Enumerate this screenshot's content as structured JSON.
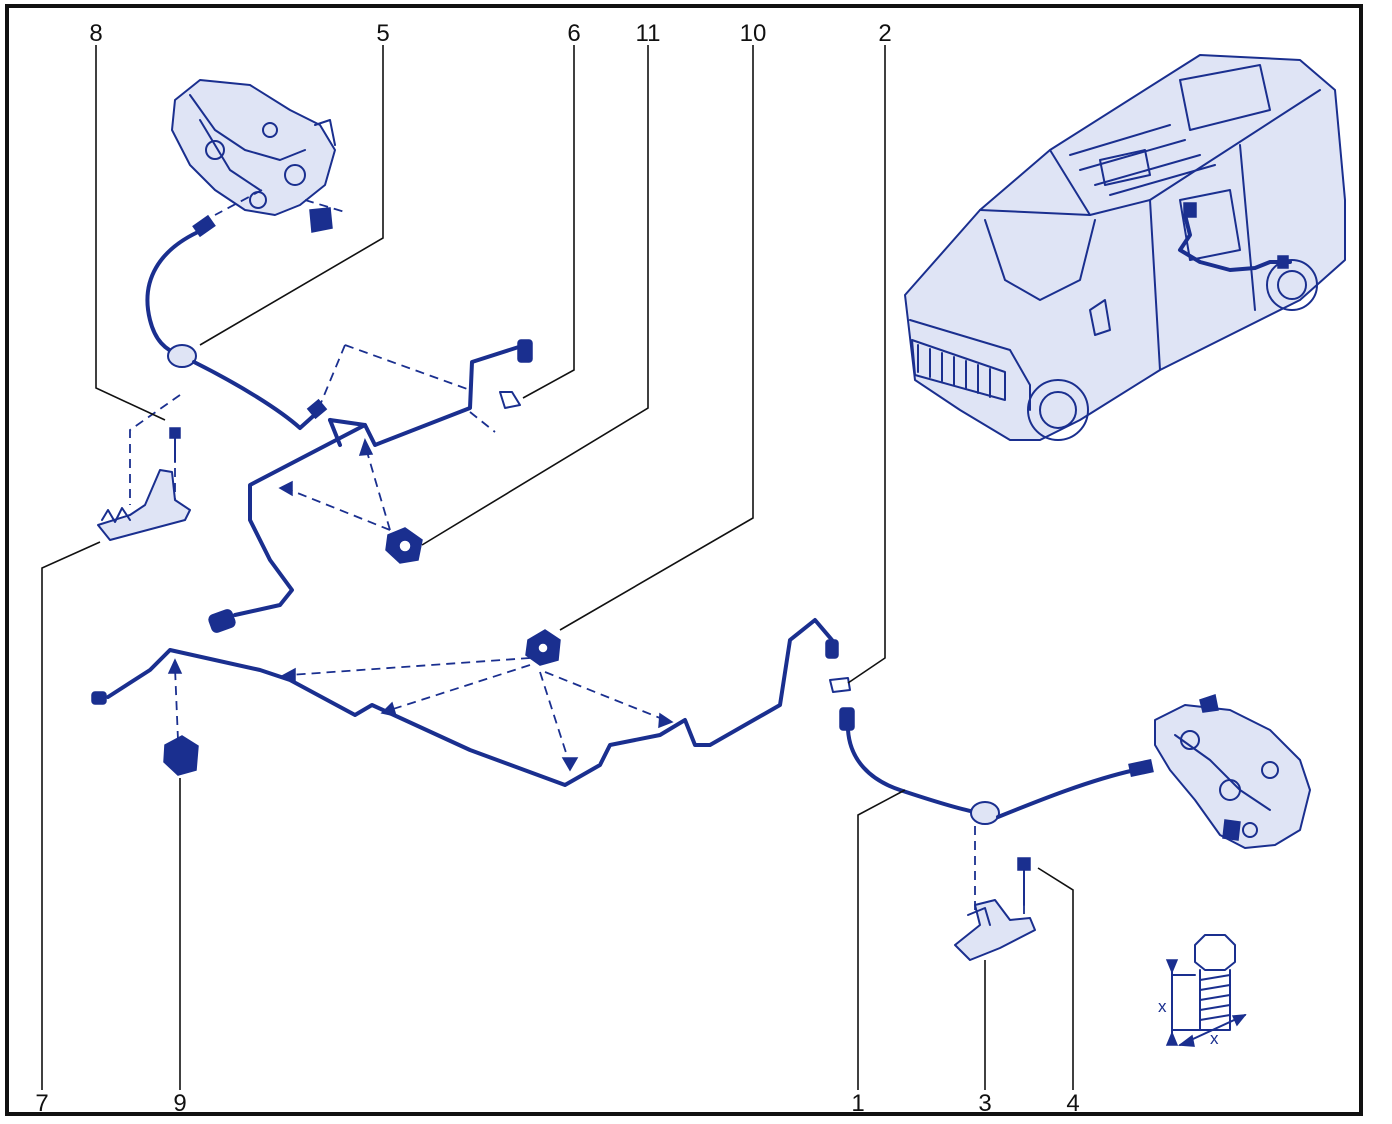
{
  "colors": {
    "ink": "#1a2f8f",
    "leader": "#111111",
    "frame": "#111111",
    "background": "#ffffff"
  },
  "callouts": [
    {
      "id": "c8",
      "text": "8"
    },
    {
      "id": "c5",
      "text": "5"
    },
    {
      "id": "c6",
      "text": "6"
    },
    {
      "id": "c11",
      "text": "11"
    },
    {
      "id": "c10",
      "text": "10"
    },
    {
      "id": "c2",
      "text": "2"
    },
    {
      "id": "c7",
      "text": "7"
    },
    {
      "id": "c9",
      "text": "9"
    },
    {
      "id": "c1",
      "text": "1"
    },
    {
      "id": "c3",
      "text": "3"
    },
    {
      "id": "c4",
      "text": "4"
    }
  ],
  "bolt_detail": {
    "dimension_vertical": "x",
    "dimension_horizontal": "x"
  }
}
